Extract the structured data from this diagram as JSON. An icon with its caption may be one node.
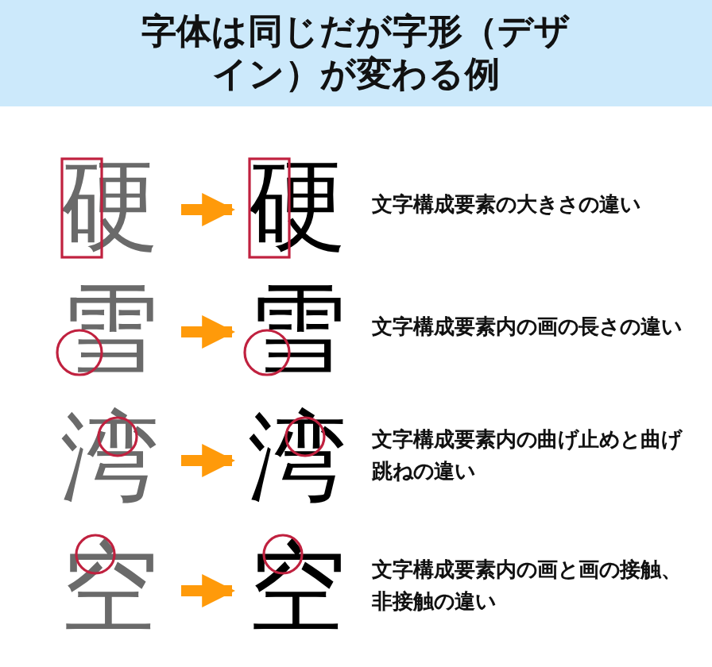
{
  "diagram": {
    "title": "字体は同じだが字形（デザイン）が変わる例",
    "nodes": [
      {
        "text": [
          "硬"
        ]
      },
      {
        "text": [
          "硬"
        ],
        "beside": [
          "文字構成要素の大きさの違い"
        ]
      },
      {
        "text": [
          "雪"
        ]
      },
      {
        "text": [
          "雪"
        ],
        "beside": [
          "文字構成要素内の画の長さの違い"
        ]
      },
      {
        "text": [
          "湾"
        ]
      },
      {
        "text": [
          "湾"
        ],
        "beside": [
          "文字構成要素内の曲げ止めと曲げ跳ねの違い"
        ]
      },
      {
        "text": [
          "空"
        ]
      },
      {
        "text": [
          "空"
        ],
        "beside": [
          "文字構成要素内の画と画の接触、非接触の違い"
        ]
      }
    ],
    "edges": [
      {
        "from": 0,
        "to": 1,
        "arrow": "to"
      },
      {
        "from": 2,
        "to": 3,
        "arrow": "to"
      },
      {
        "from": 4,
        "to": 5,
        "arrow": "to"
      },
      {
        "from": 6,
        "to": 7,
        "arrow": "to"
      }
    ]
  }
}
